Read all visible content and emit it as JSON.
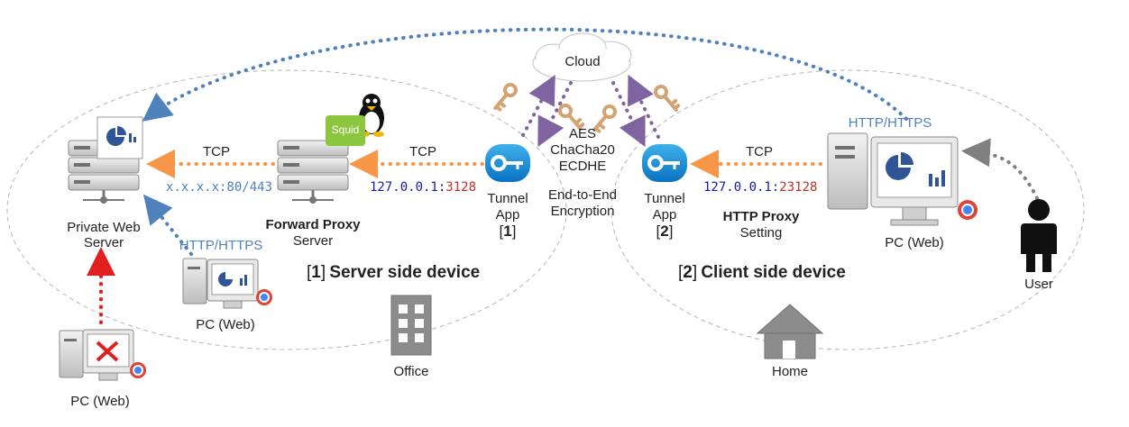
{
  "cloud": {
    "label": "Cloud"
  },
  "crypto": {
    "line1": "AES",
    "line2": "ChaCha20",
    "line3": "ECDHE",
    "e2e1": "End-to-End",
    "e2e2": "Encryption"
  },
  "server_side": {
    "title_bracket_open": "[",
    "title_num": "1",
    "title_bracket_close": "]",
    "title_text": "Server side device",
    "location": "Office",
    "private_web_server": {
      "line1": "Private Web",
      "line2": "Server"
    },
    "forward_proxy": {
      "line1": "Forward Proxy",
      "line2": "Server",
      "badge": "Squid"
    },
    "tcp_left": "TCP",
    "tcp_right": "TCP",
    "address": "x.x.x.x:80/443",
    "loopback_ip": "127.0.0.1:",
    "loopback_port": "3128",
    "tunnel": {
      "line1": "Tunnel",
      "line2": "App",
      "bracket_open": "[",
      "num": "1",
      "bracket_close": "]"
    },
    "internal_pc": {
      "protocol": "HTTP/HTTPS",
      "label": "PC (Web)"
    }
  },
  "client_side": {
    "title_bracket_open": "[",
    "title_num": "2",
    "title_bracket_close": "]",
    "title_text": "Client side device",
    "location": "Home",
    "tunnel": {
      "line1": "Tunnel",
      "line2": "App",
      "bracket_open": "[",
      "num": "2",
      "bracket_close": "]"
    },
    "tcp": "TCP",
    "loopback_ip": "127.0.0.1:",
    "loopback_port": "23128",
    "proxy_setting": {
      "line1": "HTTP Proxy",
      "line2": "Setting"
    },
    "pc": {
      "protocol": "HTTP/HTTPS",
      "label": "PC (Web)"
    },
    "user": "User"
  },
  "external_pc": {
    "label": "PC (Web)"
  },
  "colors": {
    "flow_orange": "#f79646",
    "flow_blue": "#4f81bd",
    "crypto_purple": "#8064a2",
    "blocked_red": "#e02020",
    "user_gray": "#808080",
    "key_tan": "#d4a373"
  }
}
